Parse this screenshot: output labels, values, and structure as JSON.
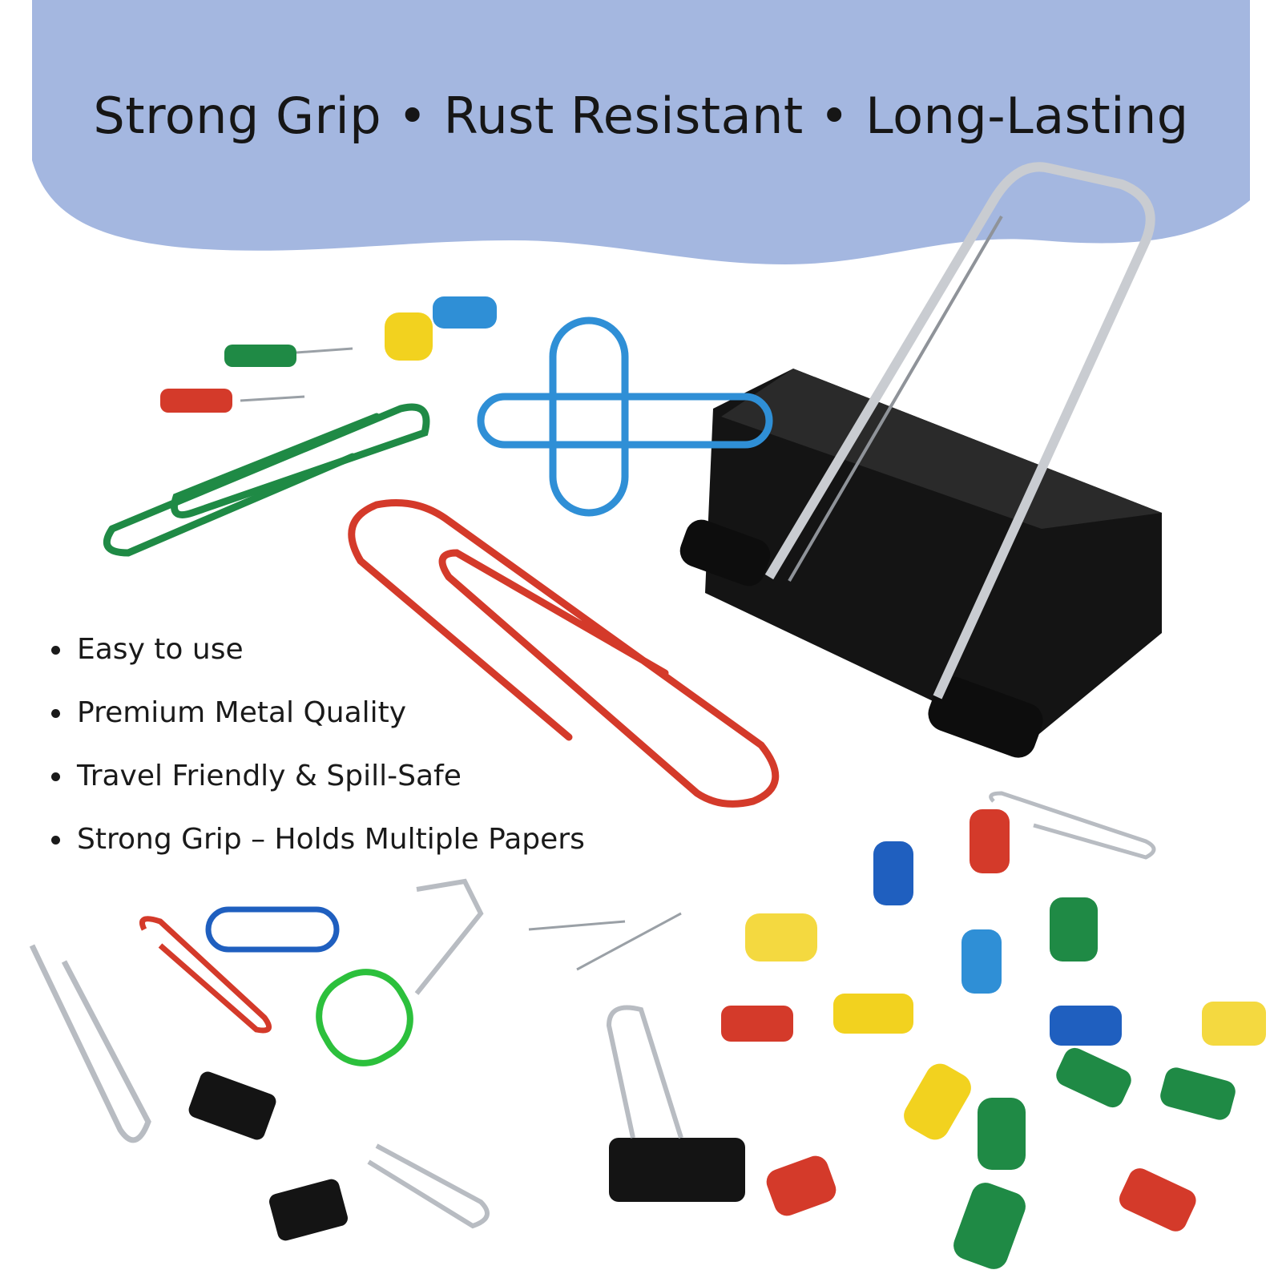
{
  "banner": {
    "headline": "Strong Grip • Rust Resistant • Long-Lasting",
    "color": "#a4b7e0"
  },
  "features": [
    "Easy to use",
    "Premium Metal Quality",
    "Travel Friendly & Spill-Safe",
    "Strong Grip – Holds Multiple Papers"
  ],
  "palette": {
    "red": "#d43a2a",
    "green": "#1f8a45",
    "blue": "#2f8fd6",
    "yellow": "#f2d21f",
    "binder_black": "#141414",
    "silver": "#b8bcc2"
  }
}
